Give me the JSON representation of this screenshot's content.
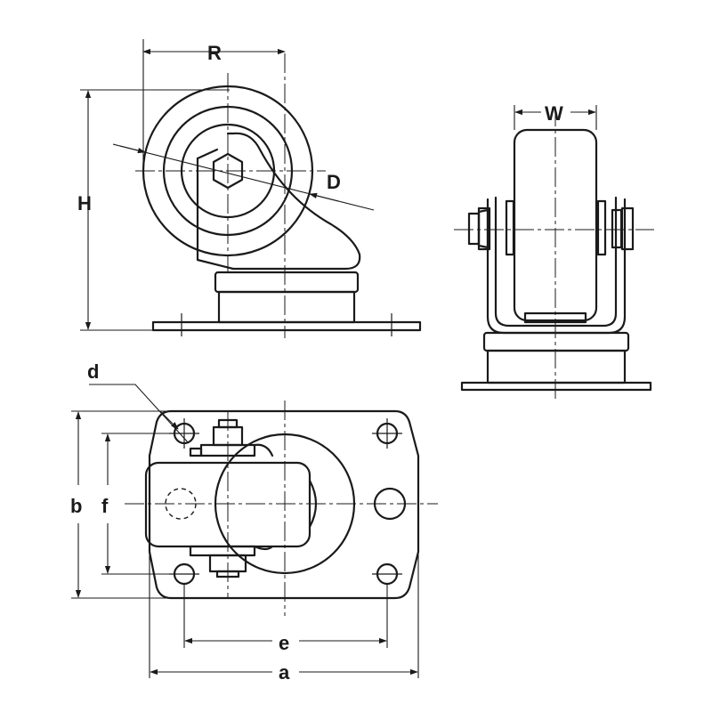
{
  "labels": {
    "R": "R",
    "D": "D",
    "H": "H",
    "W": "W",
    "d": "d",
    "b": "b",
    "f": "f",
    "e": "e",
    "a": "a"
  }
}
